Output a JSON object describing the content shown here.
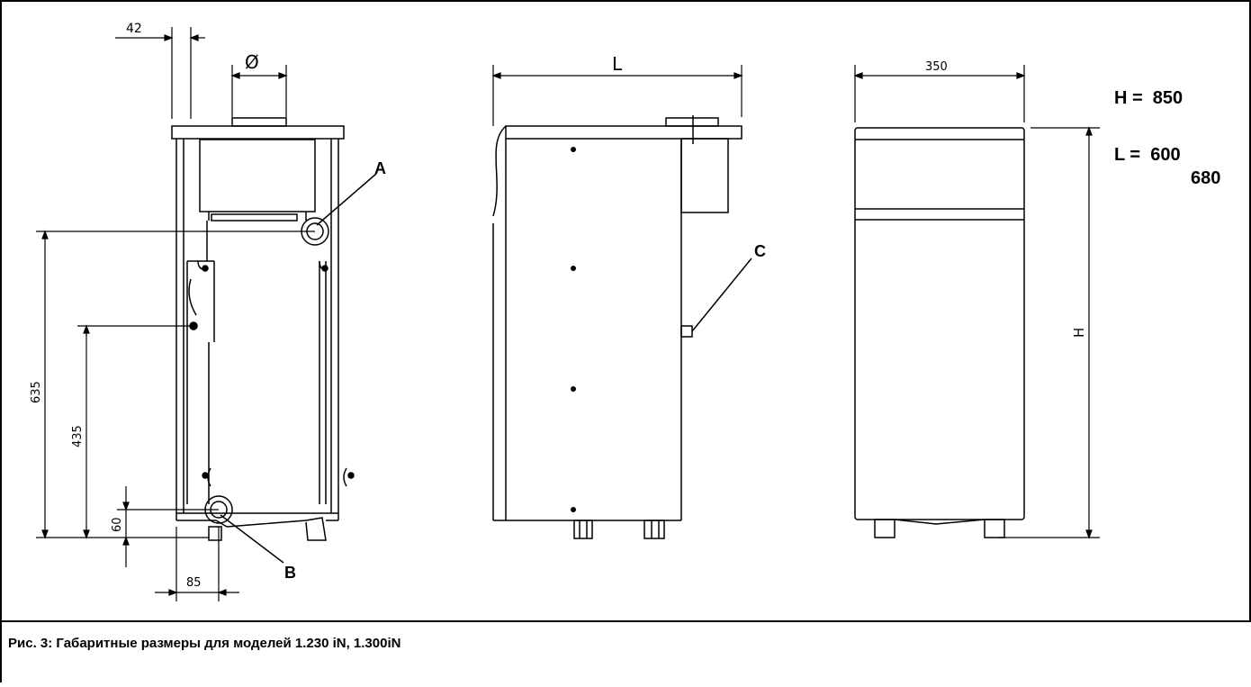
{
  "figure": {
    "caption": "Рис. 3: Габаритные размеры для моделей 1.230 iN, 1.300iN",
    "legend": {
      "h_line": "H =  850",
      "l_line1": "L =  600",
      "l_line2": "680"
    },
    "front_view": {
      "dim_top_offset": "42",
      "dim_diameter": "Ø",
      "dim_height_a": "635",
      "dim_height_b": "435",
      "dim_height_c": "60",
      "dim_width_bottom": "85",
      "label_a": "A",
      "label_b": "B"
    },
    "side_view": {
      "dim_length": "L",
      "label_c": "C"
    },
    "rear_view": {
      "dim_width": "350",
      "dim_height": "H"
    }
  }
}
